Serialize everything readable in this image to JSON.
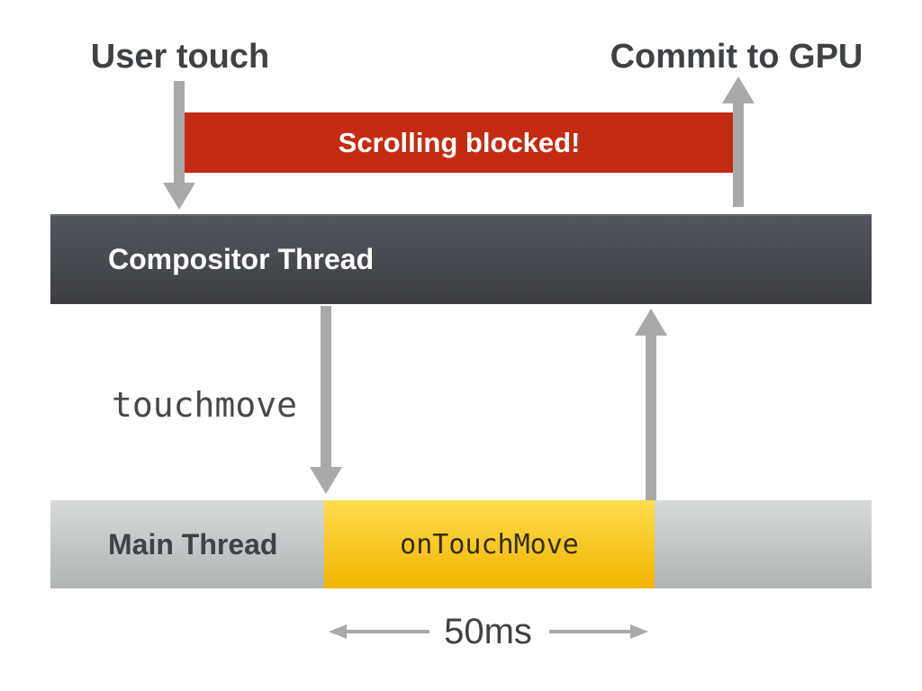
{
  "diagram": {
    "title_left": "User touch",
    "title_right": "Commit to GPU",
    "blocked_banner": "Scrolling blocked!",
    "compositor_bar_label": "Compositor Thread",
    "event_label": "touchmove",
    "main_bar_label": "Main Thread",
    "busy_segment_label": "onTouchMove",
    "duration_label": "50ms"
  },
  "colors": {
    "blocked_bar": "#c42b12",
    "compositor_top": "#53565e",
    "compositor_bottom": "#3c3e43",
    "main_top": "#d8dada",
    "main_bottom": "#b0b4b4",
    "busy_top": "#ffdd4e",
    "busy_bottom": "#f1b400",
    "arrow": "#a9a9a9",
    "text_dark": "#3f4245",
    "text_mono": "#48484a",
    "text_on_busy": "#332e08"
  }
}
